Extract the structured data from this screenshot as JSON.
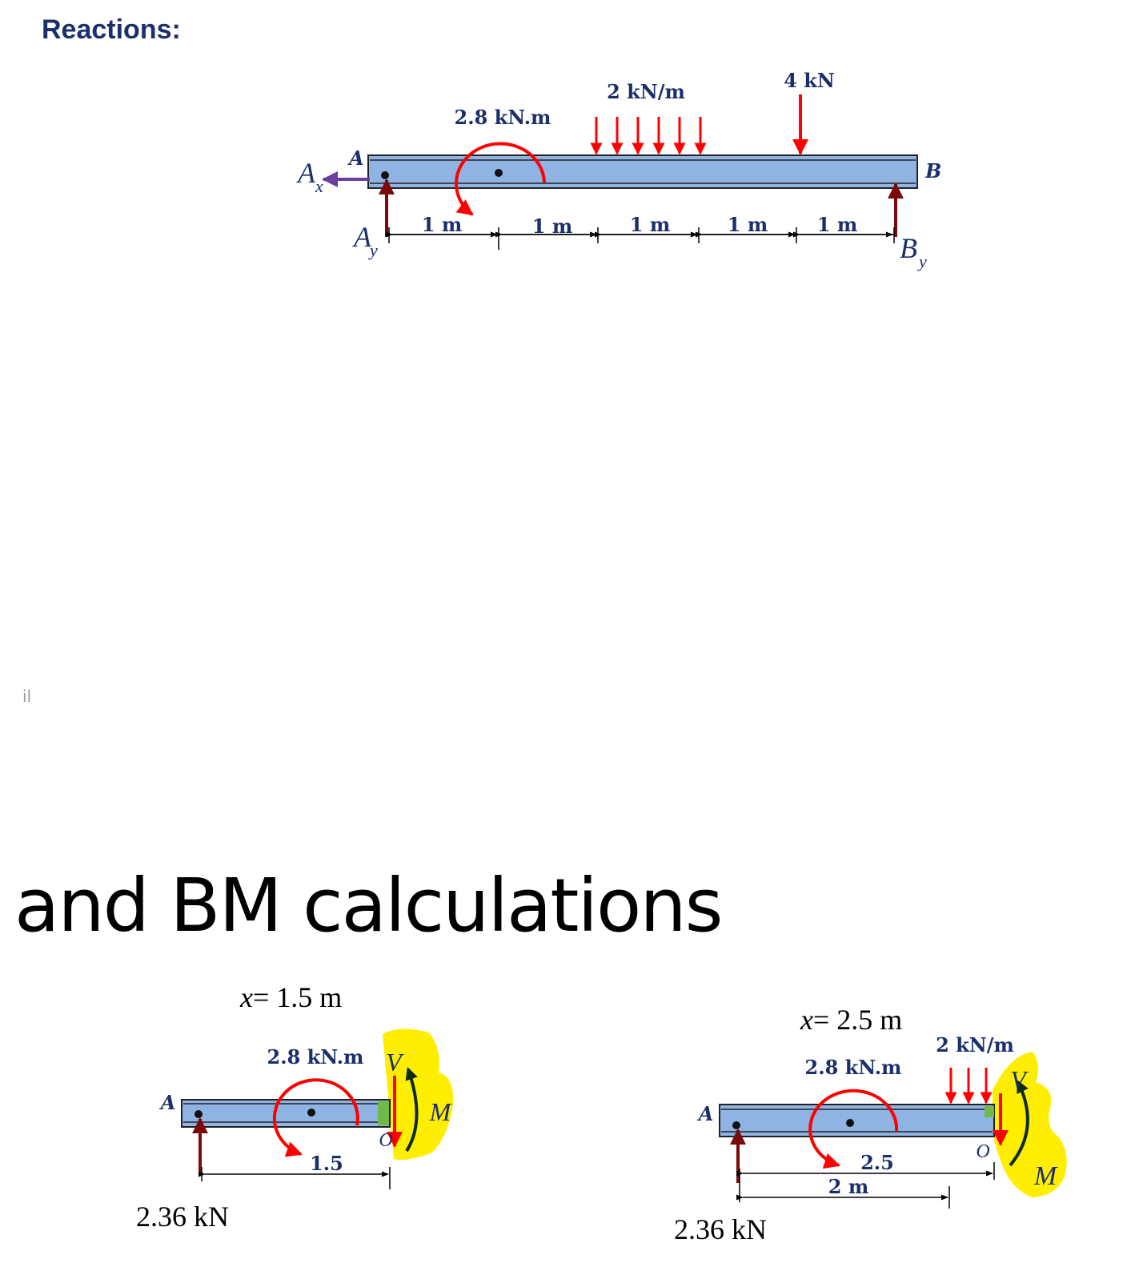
{
  "title": "Reactions:",
  "heading": "and BM calculations",
  "stray_text": "il",
  "colors": {
    "beam_fill": "#8fb3e3",
    "load_red": "#ff0000",
    "reaction_dark_red": "#7a0a0a",
    "ax_purple": "#6a3fa0",
    "text_navy": "#1c2f6b",
    "highlight_yellow": "#ffee00",
    "section_arrow_dark": "#0d2a1a"
  },
  "main_diagram": {
    "moment_label": "2.8 kN.m",
    "udl_label": "2 kN/m",
    "point_load_label": "4 kN",
    "support_a": "A",
    "support_b": "B",
    "ax_label": "A",
    "ax_sub": "x",
    "ay_label": "A",
    "ay_sub": "y",
    "by_label": "B",
    "by_sub": "y",
    "spans": [
      "1 m",
      "1 m",
      "1 m",
      "1 m",
      "1 m"
    ]
  },
  "section1": {
    "x_label": "x",
    "x_value": "= 1.5 m",
    "moment_label": "2.8 kN.m",
    "support_a": "A",
    "reaction": "2.36 kN",
    "dim": "1.5",
    "v_label": "V",
    "m_label": "M",
    "o_label": "O"
  },
  "section2": {
    "x_label": "x",
    "x_value": "= 2.5 m",
    "moment_label": "2.8 kN.m",
    "udl_label": "2 kN/m",
    "support_a": "A",
    "reaction": "2.36 kN",
    "dim_outer": "2.5",
    "dim_inner": "2 m",
    "v_label": "V",
    "m_label": "M",
    "o_label": "O"
  }
}
